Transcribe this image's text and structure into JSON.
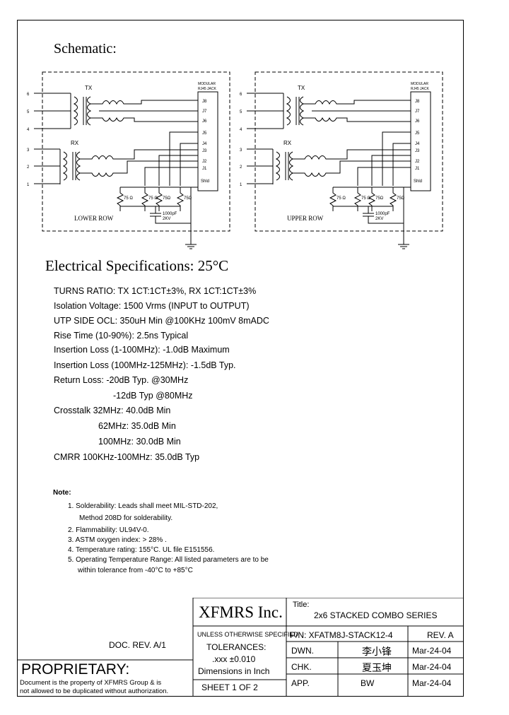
{
  "schematic": {
    "title": "Schematic:",
    "lower": {
      "label": "LOWER ROW"
    },
    "upper": {
      "label": "UPPER ROW"
    },
    "tx_label": "TX",
    "rx_label": "RX",
    "jack_label_1": "MODULAR",
    "jack_label_2": "RJ45 JACK",
    "pins_left": [
      "6",
      "5",
      "4",
      "3",
      "2",
      "1"
    ],
    "jack_pins": [
      "J8",
      "J7",
      "J6",
      "J5",
      "J4",
      "J3",
      "J2",
      "J1",
      "Shld"
    ],
    "resistors": [
      "75 Ω",
      "75 Ω",
      "75Ω",
      "75Ω"
    ],
    "cap_1": "1000pF",
    "cap_2": "2KV"
  },
  "specs": {
    "title": "Electrical Specifications: 25°C",
    "lines": [
      "TURNS RATIO: TX 1CT:1CT±3%, RX 1CT:1CT±3%",
      "Isolation Voltage:  1500 Vrms (INPUT to OUTPUT)",
      "UTP SIDE OCL: 350uH Min @100KHz 100mV 8mADC",
      "Rise Time (10-90%): 2.5ns Typical",
      "Insertion Loss (1-100MHz): -1.0dB Maximum",
      "Insertion Loss (100MHz-125MHz): -1.5dB Typ.",
      "Return Loss: -20dB Typ. @30MHz",
      "-12dB Typ @80MHz",
      "Crosstalk 32MHz: 40.0dB Min",
      "62MHz: 35.0dB Min",
      "100MHz: 30.0dB Min",
      "CMRR 100KHz-100MHz: 35.0dB Typ"
    ]
  },
  "notes": {
    "heading": "Note:",
    "items": [
      "1.  Solderability: Leads shall meet MIL-STD-202,",
      "Method 208D for solderability.",
      "2.  Flammability: UL94V-0.",
      "3.  ASTM oxygen index: > 28% .",
      "4.  Temperature rating: 155°C. UL file E151556.",
      "5.  Operating Temperature Range: All listed parameters are to be",
      "within tolerance from -40°C to +85°C"
    ]
  },
  "title_block": {
    "company": "XFMRS Inc.",
    "title_label": "Title:",
    "title": "2x6 STACKED COMBO SERIES",
    "unless": "UNLESS OTHERWISE SPECIFIED",
    "tolerances": "TOLERANCES:",
    "tol_value": ".xxx ±0.010",
    "dimensions": "Dimensions in Inch",
    "sheet": "SHEET  1  OF  2",
    "pn": "P/N: XFATM8J-STACK12-4",
    "rev": "REV. A",
    "dwn_label": "DWN.",
    "dwn_name": "李小锋",
    "dwn_date": "Mar-24-04",
    "chk_label": "CHK.",
    "chk_name": "夏玉坤",
    "chk_date": "Mar-24-04",
    "app_label": "APP.",
    "app_name": "BW",
    "app_date": "Mar-24-04"
  },
  "doc_rev": "DOC. REV. A/1",
  "proprietary": {
    "heading": "PROPRIETARY:",
    "line1": "Document is the property of XFMRS Group & is",
    "line2": "not allowed to be duplicated without authorization."
  }
}
